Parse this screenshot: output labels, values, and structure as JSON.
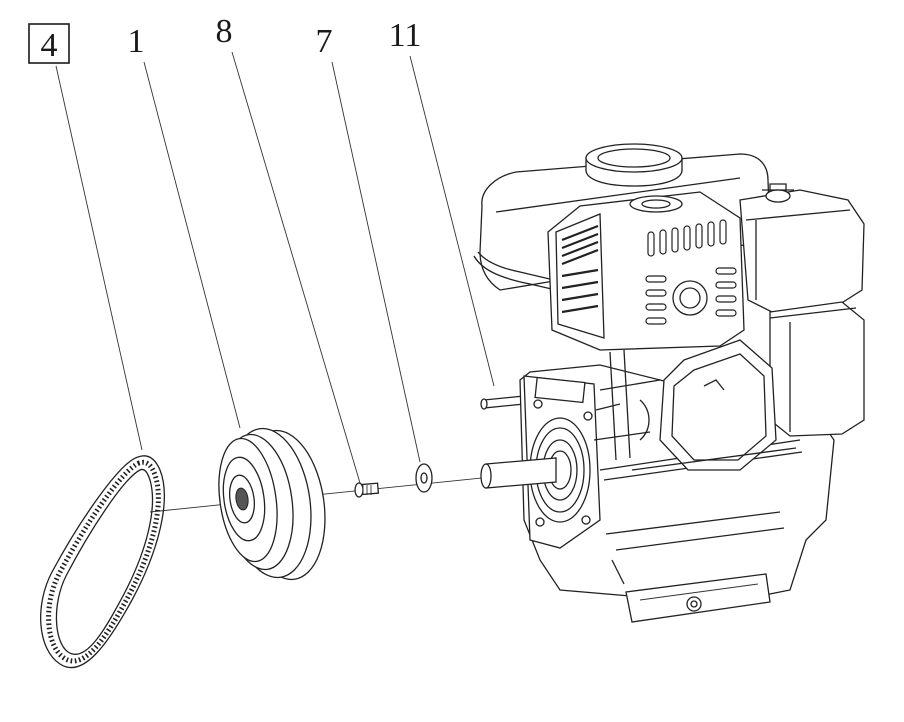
{
  "callouts": [
    {
      "id": "belt",
      "label": "4",
      "boxed": true
    },
    {
      "id": "pulley",
      "label": "1",
      "boxed": false
    },
    {
      "id": "bolt",
      "label": "8",
      "boxed": false
    },
    {
      "id": "washer",
      "label": "7",
      "boxed": false
    },
    {
      "id": "key",
      "label": "11",
      "boxed": false
    }
  ]
}
